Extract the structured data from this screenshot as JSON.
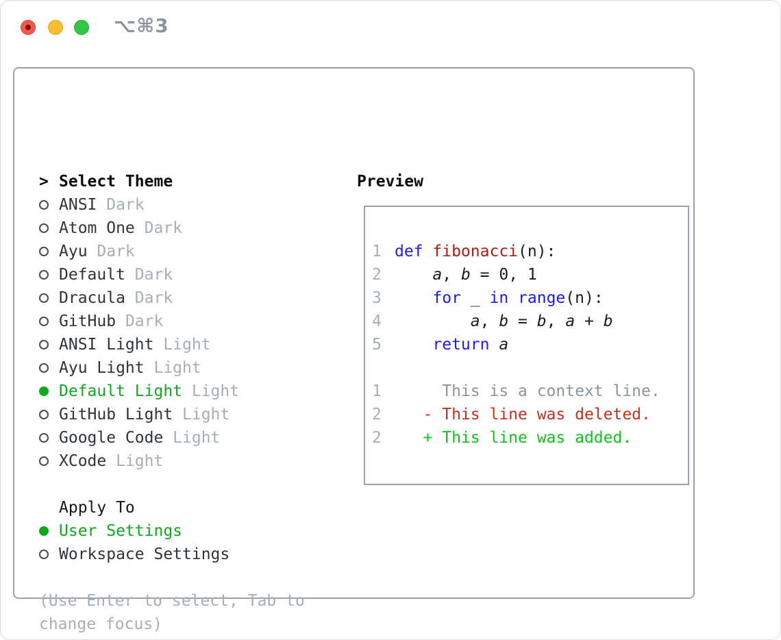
{
  "window": {
    "title": "⌥⌘3",
    "traffic_lights": [
      "close",
      "minimize",
      "zoom"
    ]
  },
  "colors": {
    "selected_green": "#10a81d",
    "keyword_blue": "#1a1aff",
    "function_red": "#b21b12",
    "diff_added_green": "#13c31c",
    "diff_deleted_red": "#c5301f",
    "diff_context_gray": "#8d949c",
    "muted_gray": "#a6aeb8",
    "panel_border_gray": "#9aa2ad"
  },
  "theme_panel": {
    "header_caret": ">",
    "header": "Select Theme",
    "items": [
      {
        "label": "ANSI",
        "variant": "Dark",
        "selected": false
      },
      {
        "label": "Atom One",
        "variant": "Dark",
        "selected": false
      },
      {
        "label": "Ayu",
        "variant": "Dark",
        "selected": false
      },
      {
        "label": "Default",
        "variant": "Dark",
        "selected": false
      },
      {
        "label": "Dracula",
        "variant": "Dark",
        "selected": false
      },
      {
        "label": "GitHub",
        "variant": "Dark",
        "selected": false
      },
      {
        "label": "ANSI Light",
        "variant": "Light",
        "selected": false
      },
      {
        "label": "Ayu Light",
        "variant": "Light",
        "selected": false
      },
      {
        "label": "Default Light",
        "variant": "Light",
        "selected": true
      },
      {
        "label": "GitHub Light",
        "variant": "Light",
        "selected": false
      },
      {
        "label": "Google Code",
        "variant": "Light",
        "selected": false
      },
      {
        "label": "XCode",
        "variant": "Light",
        "selected": false
      }
    ]
  },
  "apply_panel": {
    "header": "Apply To",
    "options": [
      {
        "label": "User Settings",
        "selected": true
      },
      {
        "label": "Workspace Settings",
        "selected": false
      }
    ]
  },
  "hint_text": "(Use Enter to select, Tab to change focus)",
  "preview_panel": {
    "header": "Preview",
    "lines": [
      {
        "num": "1",
        "tokens": [
          {
            "text": "def ",
            "style": "keyword"
          },
          {
            "text": "fibonacci",
            "style": "function"
          },
          {
            "text": "(n):",
            "style": "plain"
          }
        ]
      },
      {
        "num": "2",
        "tokens": [
          {
            "text": "    ",
            "style": "plain"
          },
          {
            "text": "a",
            "style": "variable"
          },
          {
            "text": ", ",
            "style": "plain"
          },
          {
            "text": "b",
            "style": "variable"
          },
          {
            "text": " = 0, 1",
            "style": "plain"
          }
        ]
      },
      {
        "num": "3",
        "tokens": [
          {
            "text": "    ",
            "style": "plain"
          },
          {
            "text": "for",
            "style": "keyword"
          },
          {
            "text": " _ ",
            "style": "plain"
          },
          {
            "text": "in",
            "style": "keyword"
          },
          {
            "text": " ",
            "style": "plain"
          },
          {
            "text": "range",
            "style": "keyword"
          },
          {
            "text": "(n):",
            "style": "plain"
          }
        ]
      },
      {
        "num": "4",
        "tokens": [
          {
            "text": "        ",
            "style": "plain"
          },
          {
            "text": "a",
            "style": "variable"
          },
          {
            "text": ", ",
            "style": "plain"
          },
          {
            "text": "b",
            "style": "variable"
          },
          {
            "text": " = ",
            "style": "plain"
          },
          {
            "text": "b",
            "style": "variable"
          },
          {
            "text": ", ",
            "style": "plain"
          },
          {
            "text": "a",
            "style": "variable"
          },
          {
            "text": " + ",
            "style": "plain"
          },
          {
            "text": "b",
            "style": "variable"
          }
        ]
      },
      {
        "num": "5",
        "tokens": [
          {
            "text": "    ",
            "style": "plain"
          },
          {
            "text": "return",
            "style": "keyword"
          },
          {
            "text": " ",
            "style": "plain"
          },
          {
            "text": "a",
            "style": "variable"
          }
        ]
      },
      {
        "num": "",
        "tokens": []
      },
      {
        "num": "1",
        "tokens": [
          {
            "text": "     This is a context line.",
            "style": "diff-context"
          }
        ]
      },
      {
        "num": "2",
        "tokens": [
          {
            "text": "   - This line was deleted.",
            "style": "diff-deleted"
          }
        ]
      },
      {
        "num": "2",
        "tokens": [
          {
            "text": "   + This line was added.",
            "style": "diff-added"
          }
        ]
      }
    ]
  }
}
